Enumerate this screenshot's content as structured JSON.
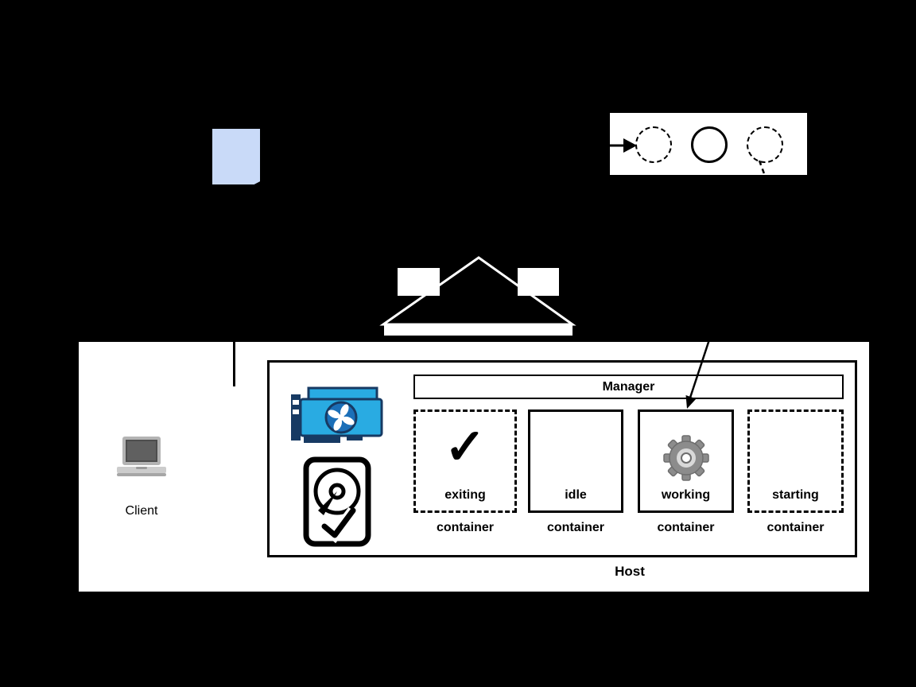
{
  "colors": {
    "background": "#000000",
    "surface": "#ffffff",
    "ink": "#000000",
    "doc_blue": "#c9daf8",
    "gpu_blue": "#29abe2",
    "gpu_dark": "#173a63",
    "gpu_fan": "#1b6fb8",
    "gear_gray": "#8c8c8c",
    "gear_light": "#d9d9d9"
  },
  "labels": {
    "client": "Client",
    "manager": "Manager",
    "host": "Host"
  },
  "containers": [
    {
      "state": "exiting",
      "caption": "container",
      "border": "dashed",
      "icon": "checkmark-icon",
      "glyph": "✓"
    },
    {
      "state": "idle",
      "caption": "container",
      "border": "solid",
      "icon": "",
      "glyph": ""
    },
    {
      "state": "working",
      "caption": "container",
      "border": "solid",
      "icon": "gear-icon",
      "glyph": ""
    },
    {
      "state": "starting",
      "caption": "container",
      "border": "dashed",
      "icon": "",
      "glyph": ""
    }
  ],
  "lifecycle_strip": {
    "circles": [
      {
        "style": "dashed"
      },
      {
        "style": "solid"
      },
      {
        "style": "dashed"
      }
    ]
  }
}
